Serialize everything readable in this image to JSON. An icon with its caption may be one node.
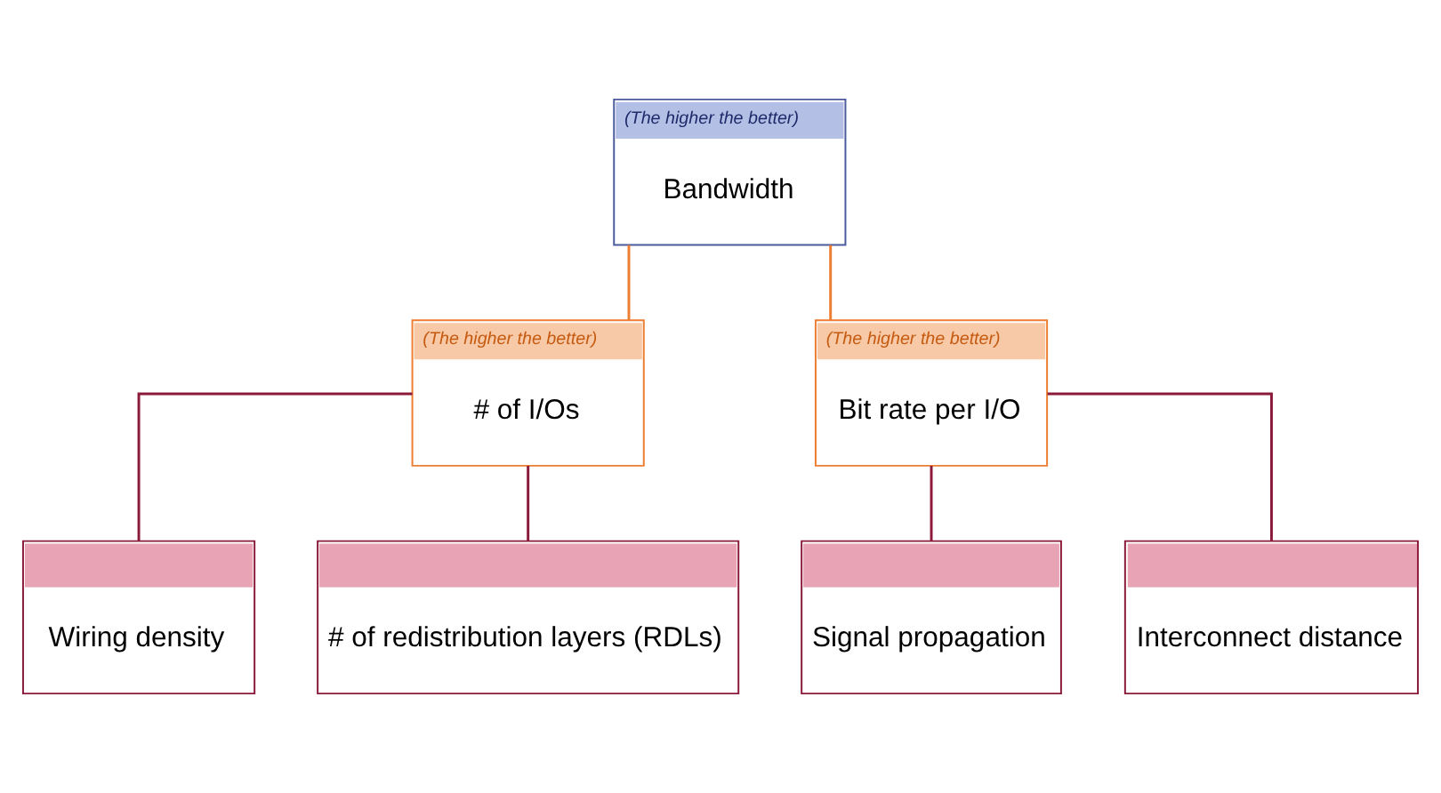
{
  "diagram": {
    "nodes": [
      {
        "text": [
          "(The higher the better)",
          "Bandwidth"
        ]
      },
      {
        "text": [
          "(The higher the better)",
          "# of I/Os"
        ]
      },
      {
        "text": [
          "(The higher the better)",
          "Bit rate per I/O"
        ]
      },
      {
        "text": [
          "Wiring density"
        ]
      },
      {
        "text": [
          "# of redistribution layers (RDLs)"
        ]
      },
      {
        "text": [
          "Signal propagation"
        ]
      },
      {
        "text": [
          "Interconnect distance"
        ]
      }
    ],
    "edges": [
      {
        "from": 0,
        "to": 1,
        "arrow": "none",
        "color": "#ed7d31"
      },
      {
        "from": 0,
        "to": 2,
        "arrow": "none",
        "color": "#ed7d31"
      },
      {
        "from": 1,
        "to": 3,
        "arrow": "none"
      },
      {
        "from": 1,
        "to": 4,
        "arrow": "none"
      },
      {
        "from": 2,
        "to": 5,
        "arrow": "none"
      },
      {
        "from": 2,
        "to": 6,
        "arrow": "none"
      }
    ]
  }
}
